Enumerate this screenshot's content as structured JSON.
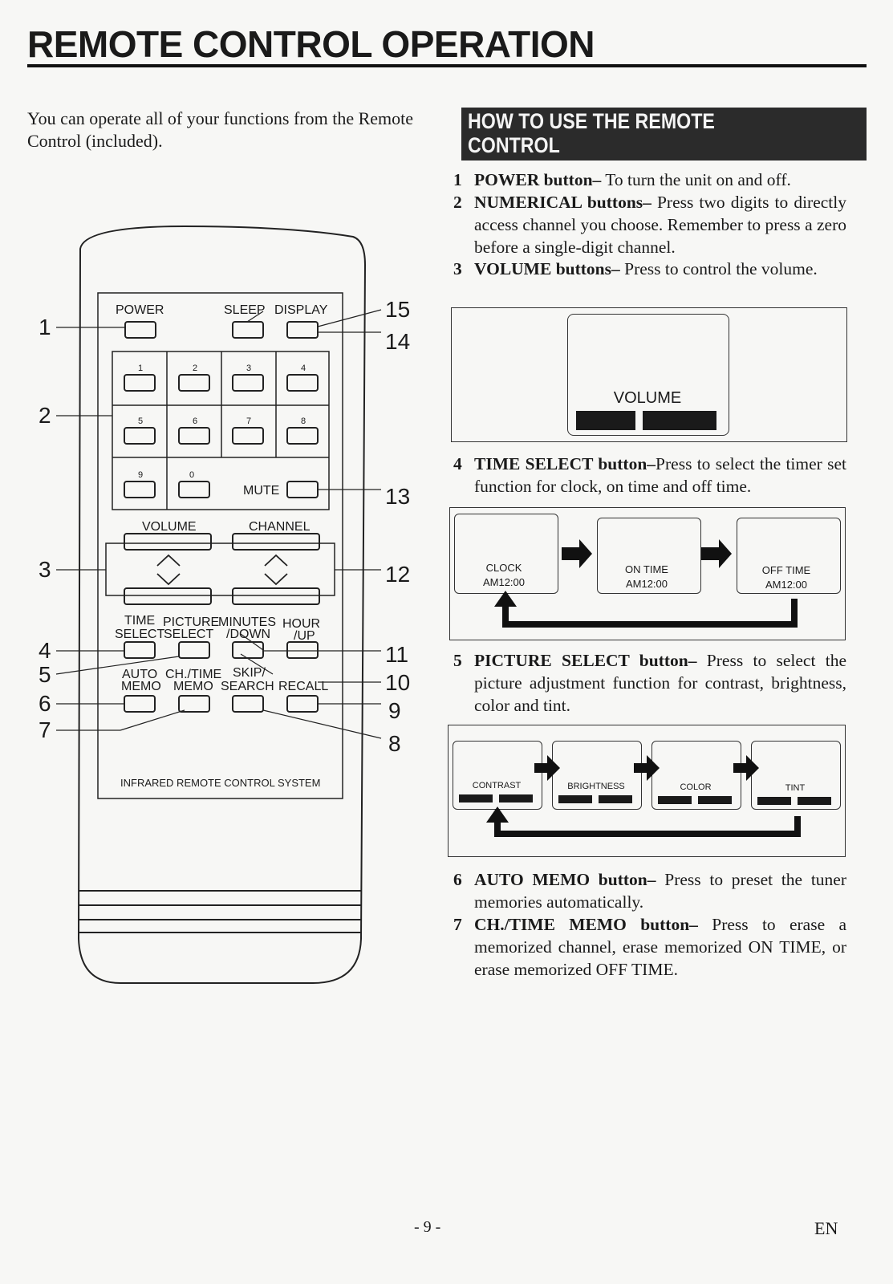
{
  "title": "REMOTE CONTROL OPERATION",
  "intro": "You can operate all of your functions from the Remote Control (included).",
  "howto_heading_line1": "HOW TO USE THE REMOTE",
  "howto_heading_line2": "CONTROL",
  "items": [
    {
      "num": "1",
      "bold": "POWER button–",
      "text": " To turn the unit on and off."
    },
    {
      "num": "2",
      "bold": "NUMERICAL buttons–",
      "text": " Press two digits to directly access channel you choose. Remember to press a zero before a single-digit channel."
    },
    {
      "num": "3",
      "bold": "VOLUME buttons–",
      "text": " Press to control the volume."
    },
    {
      "num": "4",
      "bold": "TIME SELECT button–",
      "text": "Press to select the timer set function for clock, on time and off time."
    },
    {
      "num": "5",
      "bold": "PICTURE SELECT button–",
      "text": " Press to select the picture adjustment function for contrast, brightness, color and tint."
    },
    {
      "num": "6",
      "bold": "AUTO MEMO button–",
      "text": " Press to preset the tuner memories automatically."
    },
    {
      "num": "7",
      "bold": "CH./TIME MEMO button–",
      "text": " Press to erase a memorized channel, erase memorized ON TIME, or erase memorized OFF TIME."
    }
  ],
  "volume_screen": {
    "label": "VOLUME"
  },
  "timer_screens": [
    {
      "label": "CLOCK",
      "value": "AM12:00"
    },
    {
      "label": "ON TIME",
      "value": "AM12:00"
    },
    {
      "label": "OFF TIME",
      "value": "AM12:00"
    }
  ],
  "picture_screens": [
    "CONTRAST",
    "BRIGHTNESS",
    "COLOR",
    "TINT"
  ],
  "remote": {
    "power": "POWER",
    "sleep": "SLEEP",
    "display": "DISPLAY",
    "digits": [
      "1",
      "2",
      "3",
      "4",
      "5",
      "6",
      "7",
      "8",
      "9",
      "0"
    ],
    "mute": "MUTE",
    "volume": "VOLUME",
    "channel": "CHANNEL",
    "time_select_1": "TIME",
    "time_select_2": "SELECT",
    "picture_select_1": "PICTURE",
    "picture_select_2": "SELECT",
    "minutes_1": "MINUTES",
    "minutes_2": "/DOWN",
    "hour_1": "HOUR",
    "hour_2": "/UP",
    "auto_memo_1": "AUTO",
    "auto_memo_2": "MEMO",
    "chtime_1": "CH./TIME",
    "chtime_2": "MEMO",
    "skip_1": "SKIP/",
    "skip_2": "SEARCH",
    "recall": "RECALL",
    "brand": "INFRARED REMOTE CONTROL SYSTEM"
  },
  "callouts_left": [
    "1",
    "2",
    "3",
    "4",
    "5",
    "6",
    "7"
  ],
  "callouts_right": [
    "15",
    "14",
    "13",
    "12",
    "11",
    "10",
    "9",
    "8"
  ],
  "page_number": "- 9 -",
  "language": "EN"
}
